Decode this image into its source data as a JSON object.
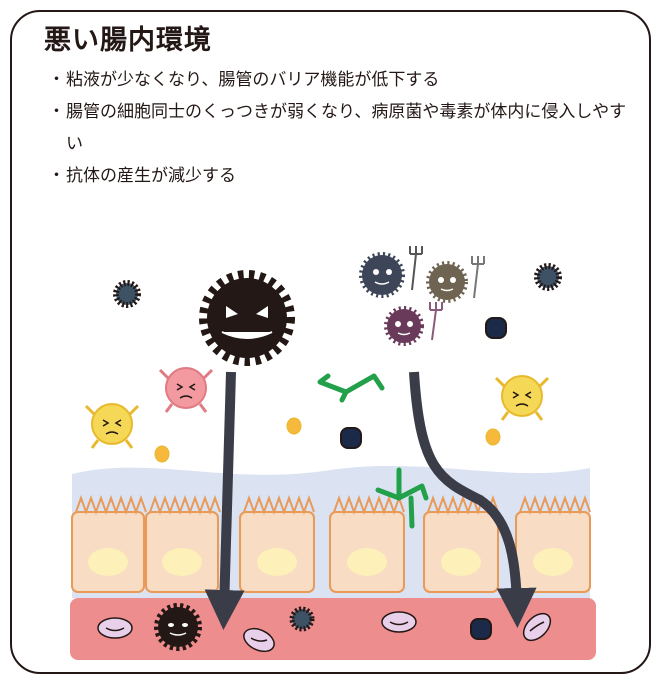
{
  "title": "悪い腸内環境",
  "bullets": [
    "粘液が少なくなり、腸管のバリア機能が低下する",
    "腸管の細胞同士のくっつきが弱くなり、病原菌や毒素が体内に侵入しやすい",
    "抗体の産生が減少する"
  ],
  "colors": {
    "mucus": "#dbe3f3",
    "epithelium_fill": "#f8dcc4",
    "epithelium_stroke": "#e99a57",
    "nucleus": "#fdf0b8",
    "blood": "#ee8d8d",
    "rbc": "#e9d0ea",
    "antibody": "#22a04a",
    "pathogen": "#231815",
    "arrow": "#3a3c48",
    "good_bacteria": "#f6d857",
    "pink_bacteria": "#f29aa0"
  },
  "icons": [
    "spiky-pathogen-icon",
    "germ-with-fork-icon",
    "antibody-icon",
    "good-bacteria-icon",
    "red-blood-cell-icon"
  ]
}
